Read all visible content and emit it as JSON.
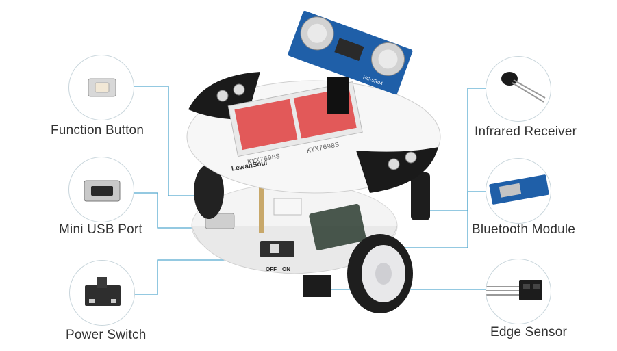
{
  "callouts": {
    "function_button": "Function Button",
    "mini_usb_port": "Mini USB Port",
    "power_switch": "Power Switch",
    "infrared_receiver": "Infrared Receiver",
    "bluetooth_module": "Bluetooth Module",
    "edge_sensor": "Edge Sensor"
  },
  "robot_markings": {
    "brand": "LewanSoul",
    "matrix_chip": "KYX7698S",
    "sonar_chip": "HC-SR04",
    "switch_off": "OFF",
    "switch_on": "ON"
  },
  "colors": {
    "leader_line": "#55a9cf",
    "label_text": "#333333",
    "circle_border": "#c9d6dc"
  }
}
